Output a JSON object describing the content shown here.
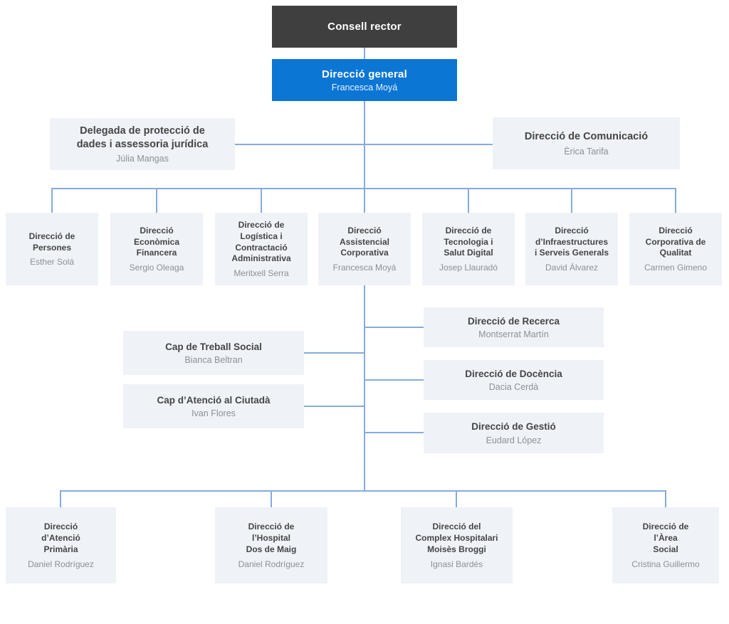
{
  "colors": {
    "consell_bg": "#3f3f3f",
    "general_bg": "#0c76d4",
    "node_bg": "#eff2f7",
    "connector_line": "#86abdc",
    "title_text": "#454545",
    "name_text": "#8d9097"
  },
  "nodes": {
    "consell": {
      "title": "Consell rector"
    },
    "general": {
      "title": "Direcció general",
      "name": "Francesca Moyá"
    },
    "delegada": {
      "title": "Delegada de protecció de\ndades i assessoria jurídica",
      "name": "Júlia Mangas"
    },
    "comunicacio": {
      "title": "Direcció de Comunicació",
      "name": "Èrica Tarifa"
    },
    "persones": {
      "title": "Direcció de\nPersones",
      "name": "Esther Solá"
    },
    "economica": {
      "title": "Direcció\nEconòmica\nFinancera",
      "name": "Sergio Oleaga"
    },
    "logistica": {
      "title": "Direcció de\nLogística i\nContractació\nAdministrativa",
      "name": "Meritxell Serra"
    },
    "assistencial": {
      "title": "Direcció\nAssistencial\nCorporativa",
      "name": "Francesca Moyá"
    },
    "tecnologia": {
      "title": "Direcció de\nTecnologia i\nSalut Digital",
      "name": "Josep Llauradó"
    },
    "infraestructures": {
      "title": "Direcció\nd’Infraestructures\ni Serveis Generals",
      "name": "David Álvarez"
    },
    "qualitat": {
      "title": "Direcció\nCorporativa de\nQualitat",
      "name": "Carmen Gimeno"
    },
    "treball": {
      "title": "Cap de Treball Social",
      "name": "Bianca Beltran"
    },
    "atencio": {
      "title": "Cap d’Atenció al Ciutadà",
      "name": "Ivan Flores"
    },
    "recerca": {
      "title": "Direcció de Recerca",
      "name": "Montserrat Martín"
    },
    "docencia": {
      "title": "Direcció de Docència",
      "name": "Dacia Cerdà"
    },
    "gestio": {
      "title": "Direcció de Gestió",
      "name": "Eudard López"
    },
    "primaria": {
      "title": "Direcció\nd’Atenció\nPrimària",
      "name": "Daniel Rodríguez"
    },
    "dosmaig": {
      "title": "Direcció de\nl’Hospital\nDos de Maig",
      "name": "Daniel Rodríguez"
    },
    "broggi": {
      "title": "Direcció del\nComplex Hospitalari\nMoisès Broggi",
      "name": "Ignasi Bardés"
    },
    "areasocial": {
      "title": "Direcció de\nl’Àrea\nSocial",
      "name": "Cristina Guillermo"
    }
  }
}
